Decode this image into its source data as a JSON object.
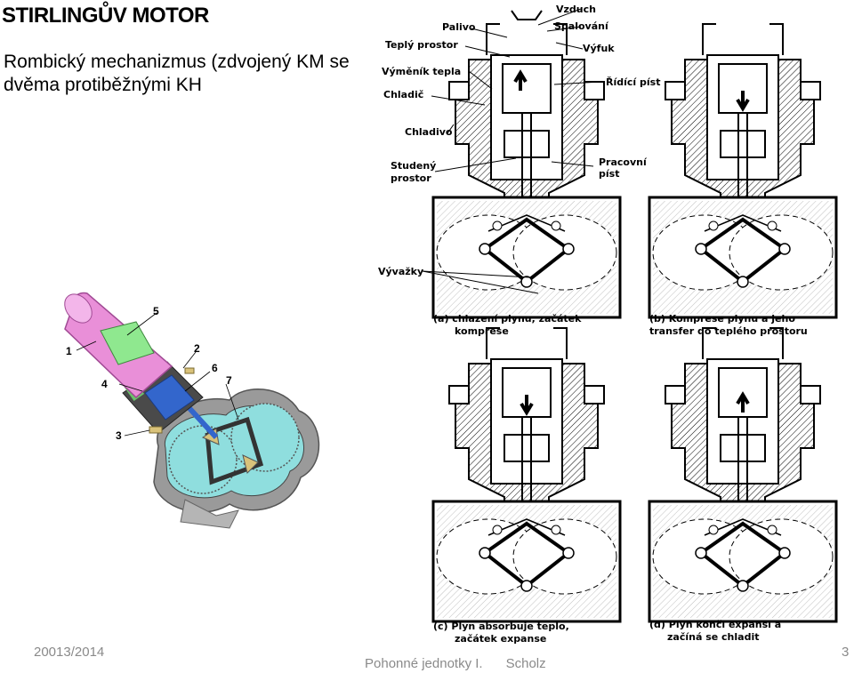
{
  "slide": {
    "title": "STIRLINGŮV  MOTOR",
    "subtitle": "Rombický mechanizmus (zdvojený KM se dvěma protiběžnými KH",
    "footer_left": "20013/2014",
    "footer_center_1": "Pohonné jednotky I.",
    "footer_center_2": "Scholz",
    "page_number": "3"
  },
  "cutaway": {
    "labels": [
      "1",
      "2",
      "3",
      "4",
      "5",
      "6",
      "7"
    ],
    "colors": {
      "cylinder": "#e98fd8",
      "piston": "#8fe88f",
      "block": "#3366cc",
      "gearbox": "#8fdede",
      "housing": "#9a9a9a",
      "links": "#d9c27a"
    }
  },
  "diagram": {
    "labels": {
      "palivo": "Palivo",
      "vzduch": "Vzduch",
      "spalovani": "Spalování",
      "teply_prostor": "Teplý prostor",
      "vyfuk": "Výfuk",
      "vymenik_tepla": "Výměník tepla",
      "ridici_pist": "Řídící píst",
      "chladic": "Chladič",
      "chladivo": "Chladivo",
      "pracovni_pist_1": "Pracovní",
      "pracovni_pist_2": "píst",
      "studeny_prostor_1": "Studený",
      "studeny_prostor_2": "prostor",
      "vyvazky": "Vývažky"
    },
    "captions": {
      "a_1": "(a) chlazení plynu, začátek",
      "a_2": "komprese",
      "b_1": "(b) Komprese plynu a jeho",
      "b_2": "transfer do teplého prostoru",
      "c_1": "(c) Plyn absorbuje teplo,",
      "c_2": "začátek expanse",
      "d_1": "(d) Plyn končí expansi  a",
      "d_2": "začíná se chladit"
    }
  }
}
